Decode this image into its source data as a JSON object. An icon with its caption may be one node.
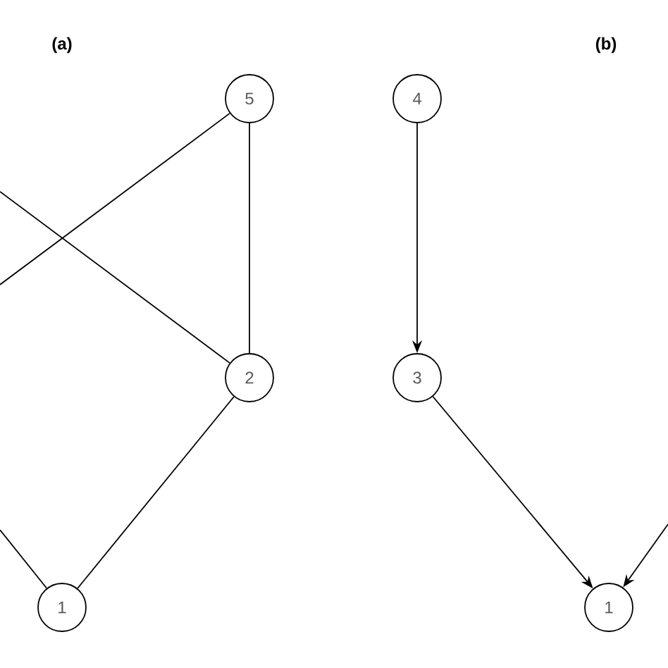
{
  "diagram": {
    "nodes": [
      {
        "text": [
          "5"
        ]
      },
      {
        "text": [
          "2"
        ]
      },
      {
        "text": [
          "1"
        ]
      },
      {
        "text": [
          "4"
        ]
      },
      {
        "text": [
          "3"
        ]
      },
      {
        "text": [
          "1"
        ]
      }
    ],
    "edges": [
      {
        "from": null,
        "to": 1,
        "arrow": "none"
      },
      {
        "from": 0,
        "to": null,
        "arrow": "none"
      },
      {
        "from": 0,
        "to": 1,
        "arrow": "none"
      },
      {
        "from": 1,
        "to": 2,
        "arrow": "none"
      },
      {
        "from": null,
        "to": 2,
        "arrow": "none"
      },
      {
        "from": 3,
        "to": 4,
        "arrow": "to"
      },
      {
        "from": 4,
        "to": 5,
        "arrow": "to"
      },
      {
        "from": null,
        "to": 5,
        "arrow": "to"
      }
    ],
    "labels": [
      "(a)",
      "(b)"
    ]
  }
}
